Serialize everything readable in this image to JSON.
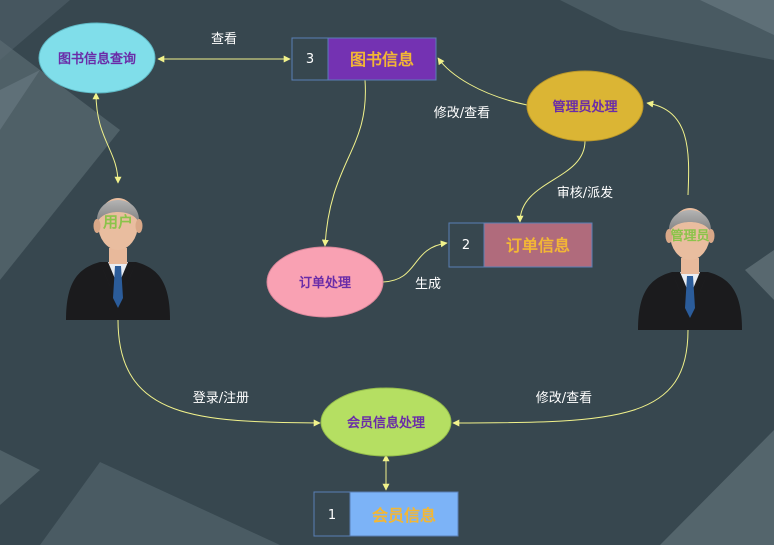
{
  "processes": {
    "book_query": "图书信息查询",
    "admin_process": "管理员处理",
    "order_process": "订单处理",
    "member_process": "会员信息处理"
  },
  "stores": {
    "books": {
      "number": "3",
      "name": "图书信息"
    },
    "orders": {
      "number": "2",
      "name": "订单信息"
    },
    "members": {
      "number": "1",
      "name": "会员信息"
    }
  },
  "actors": {
    "user": "用户",
    "admin": "管理员"
  },
  "flows": {
    "query_view": "查看",
    "admin_modify_view_books": "修改/查看",
    "admin_review_dispatch": "审核/派发",
    "order_generate": "生成",
    "user_login_register": "登录/注册",
    "admin_modify_view_members": "修改/查看"
  },
  "colors": {
    "background": "#37474f",
    "book_query_fill": "#80deea",
    "admin_process_fill": "#dbb534",
    "order_process_fill": "#f9a1b3",
    "member_process_fill": "#b5df62",
    "books_store_fill": "#7432b2",
    "orders_store_fill": "#b06b7c",
    "members_store_fill": "#7cb3f7",
    "connector": "#f1f28b"
  }
}
